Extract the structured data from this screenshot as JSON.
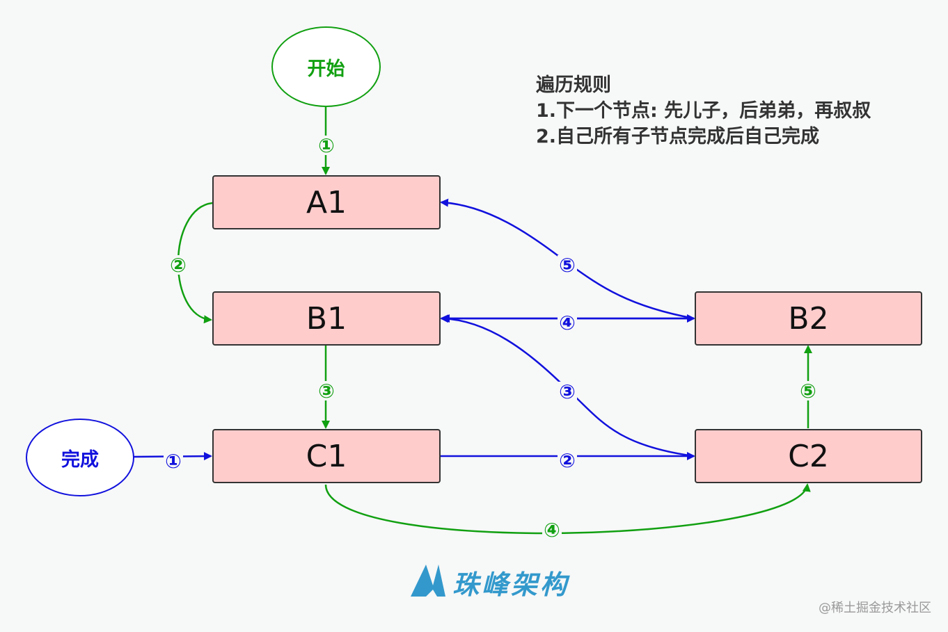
{
  "nodes": {
    "a1": "A1",
    "b1": "B1",
    "b2": "B2",
    "c1": "C1",
    "c2": "C2"
  },
  "start_label": "开始",
  "done_label": "完成",
  "rules": {
    "title": "遍历规则",
    "rule1": "1.下一个节点: 先儿子，后弟弟，再叔叔",
    "rule2": "2.自己所有子节点完成后自己完成"
  },
  "step_labels": {
    "green_1": "①",
    "green_2": "②",
    "green_3": "③",
    "green_4": "④",
    "green_5": "⑤",
    "blue_1": "①",
    "blue_2": "②",
    "blue_3": "③",
    "blue_4": "④",
    "blue_5": "⑤"
  },
  "logo_text": "珠峰架构",
  "watermark": "@稀土掘金技术社区",
  "colors": {
    "green": "#11a011",
    "blue": "#1111dd",
    "node_fill": "#ffcccc",
    "node_border": "#333333",
    "logo": "#3399cc"
  }
}
